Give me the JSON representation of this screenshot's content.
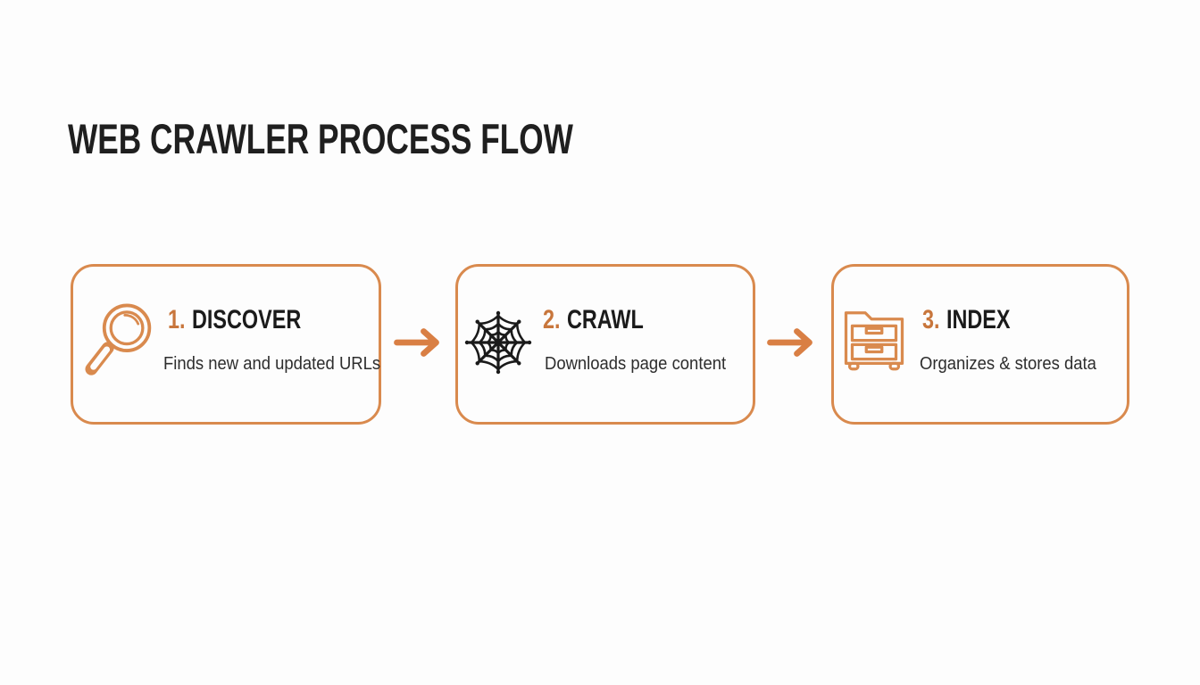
{
  "title": "WEB CRAWLER PROCESS FLOW",
  "steps": [
    {
      "number": "1.",
      "label": "DISCOVER",
      "description": "Finds new and updated URLs",
      "icon": "magnifier-icon"
    },
    {
      "number": "2.",
      "label": "CRAWL",
      "description": "Downloads page content",
      "icon": "spider-web-icon"
    },
    {
      "number": "3.",
      "label": "INDEX",
      "description": "Organizes & stores data",
      "icon": "filing-cabinet-icon"
    }
  ],
  "connectors": [
    {
      "icon": "arrow-right-icon"
    },
    {
      "icon": "arrow-right-icon"
    }
  ],
  "colors": {
    "page_bg": "#fdfdfd",
    "accent": "#d98a4e",
    "accent_arrow": "#d97f44",
    "number_accent": "#c8763c",
    "title_text": "#1f1f1f",
    "heading_text": "#1b1b1b",
    "description_text": "#2d2d2d",
    "web_icon": "#1a1a1a"
  }
}
